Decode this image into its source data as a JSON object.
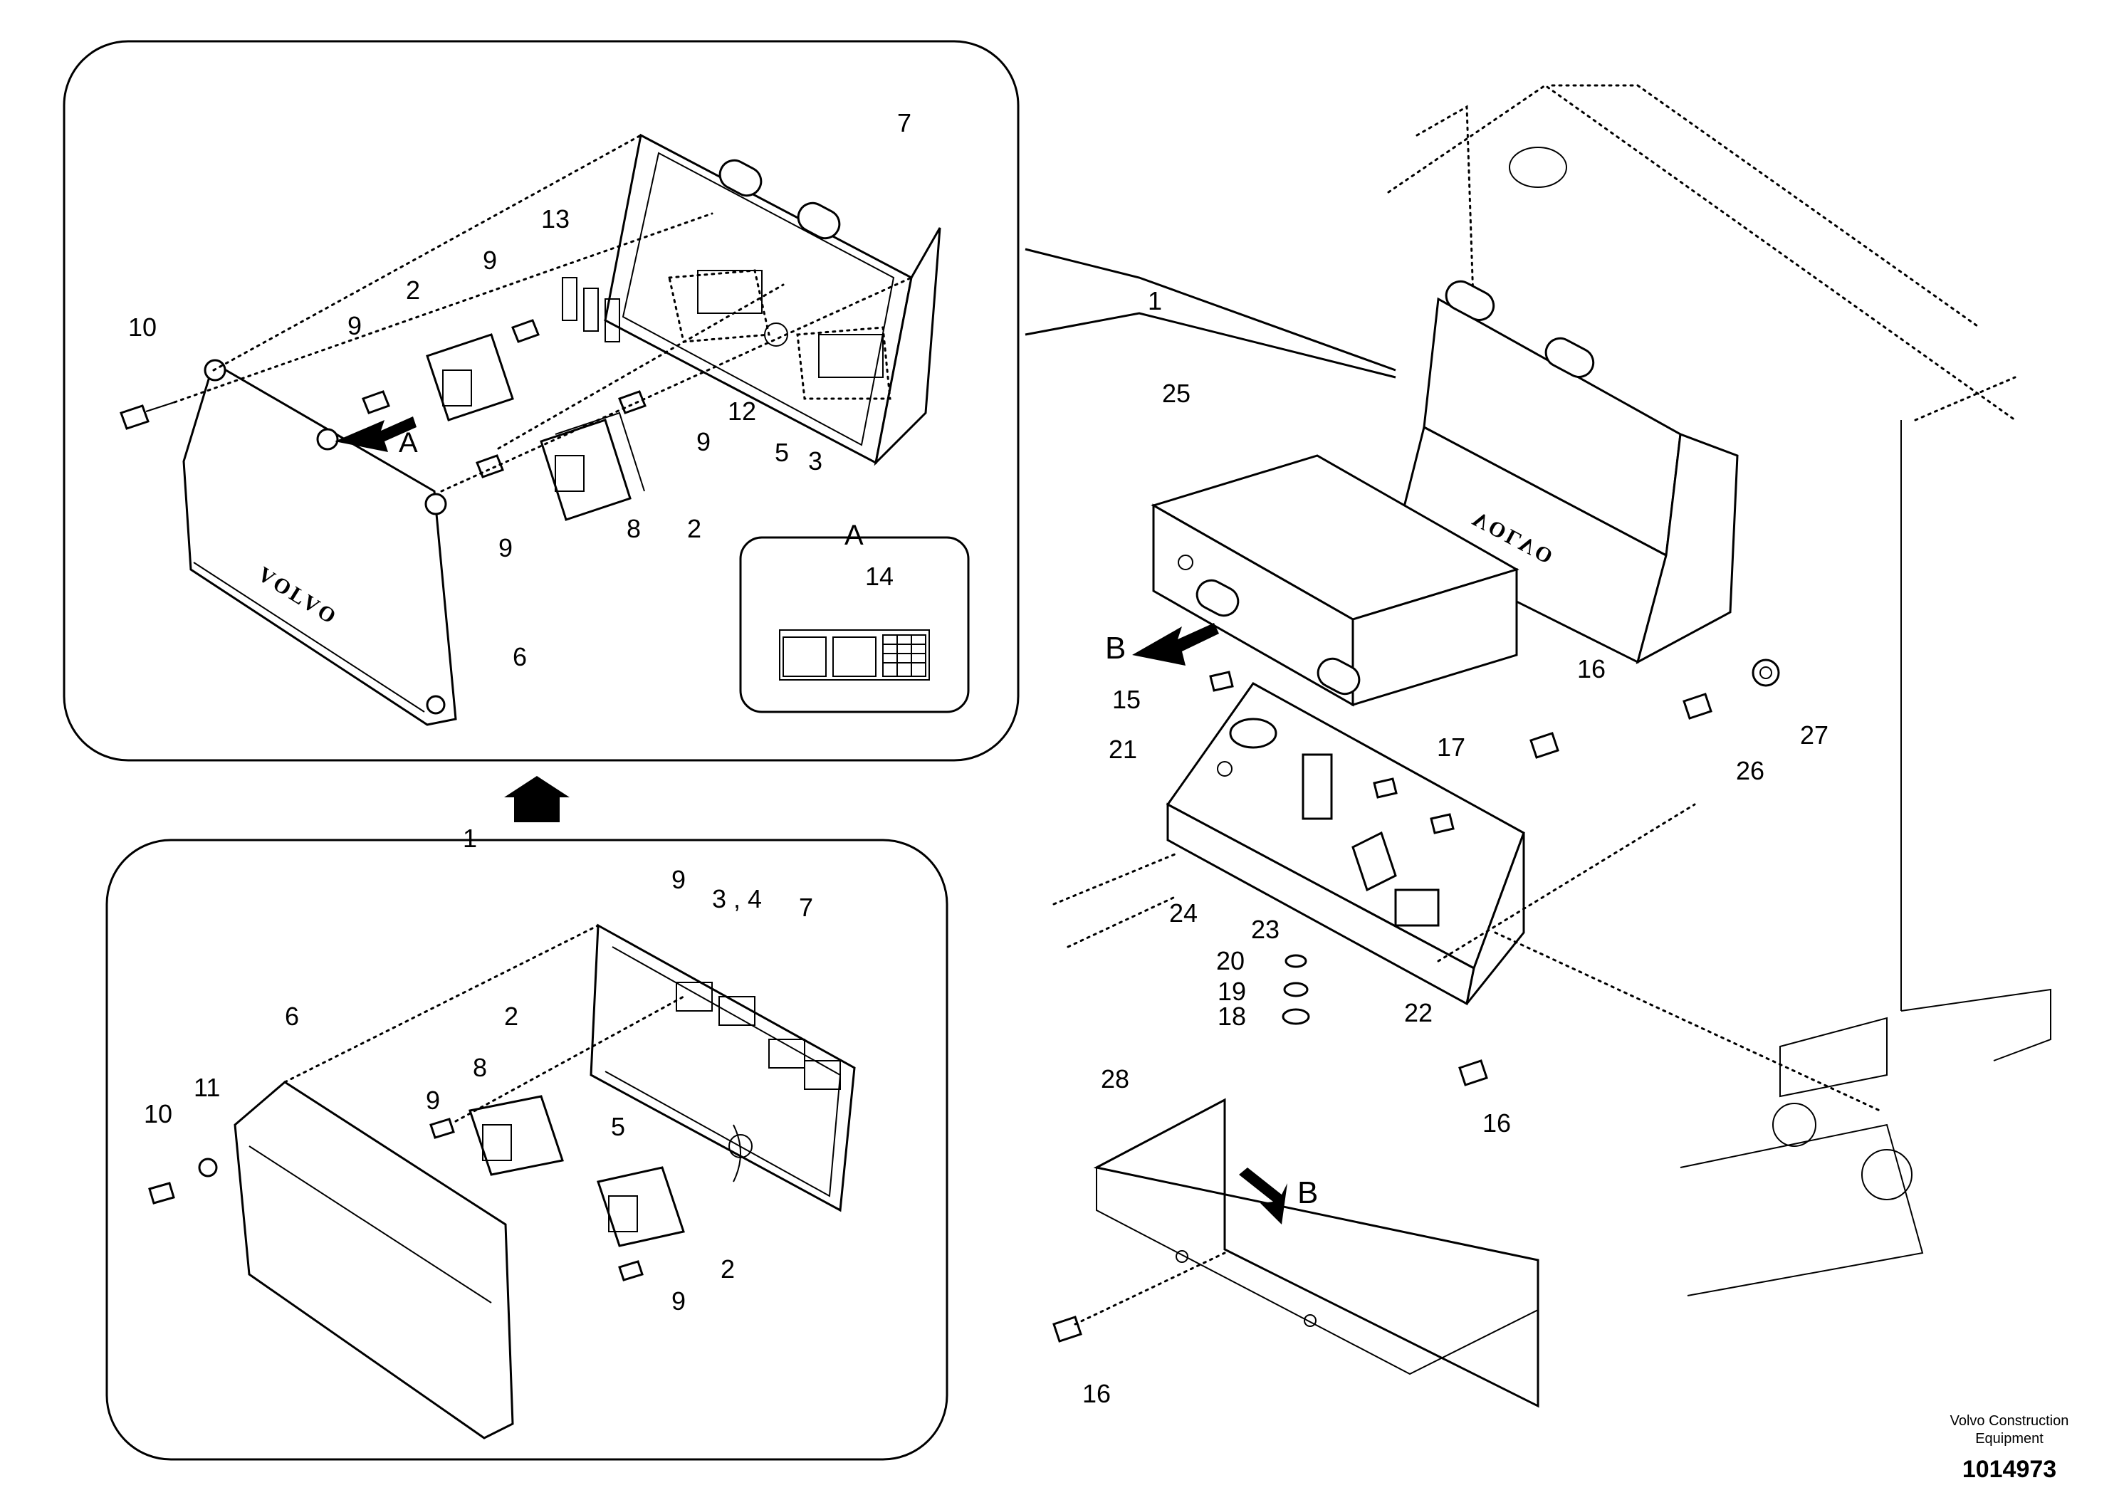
{
  "callouts": [
    {
      "id": "c1a",
      "text": "1"
    },
    {
      "id": "c1b",
      "text": "1"
    },
    {
      "id": "c2a",
      "text": "2"
    },
    {
      "id": "c2b",
      "text": "2"
    },
    {
      "id": "c2c",
      "text": "2"
    },
    {
      "id": "c2d",
      "text": "2"
    },
    {
      "id": "c3",
      "text": "3"
    },
    {
      "id": "c34",
      "text": "3 , 4"
    },
    {
      "id": "c5a",
      "text": "5"
    },
    {
      "id": "c5b",
      "text": "5"
    },
    {
      "id": "c6a",
      "text": "6"
    },
    {
      "id": "c6b",
      "text": "6"
    },
    {
      "id": "c7a",
      "text": "7"
    },
    {
      "id": "c7b",
      "text": "7"
    },
    {
      "id": "c8a",
      "text": "8"
    },
    {
      "id": "c8b",
      "text": "8"
    },
    {
      "id": "c9a",
      "text": "9"
    },
    {
      "id": "c9b",
      "text": "9"
    },
    {
      "id": "c9c",
      "text": "9"
    },
    {
      "id": "c9d",
      "text": "9"
    },
    {
      "id": "c9e",
      "text": "9"
    },
    {
      "id": "c9f",
      "text": "9"
    },
    {
      "id": "c9g",
      "text": "9"
    },
    {
      "id": "c10a",
      "text": "10"
    },
    {
      "id": "c10b",
      "text": "10"
    },
    {
      "id": "c11",
      "text": "11"
    },
    {
      "id": "c12",
      "text": "12"
    },
    {
      "id": "c13",
      "text": "13"
    },
    {
      "id": "c14",
      "text": "14"
    },
    {
      "id": "c15",
      "text": "15"
    },
    {
      "id": "c16a",
      "text": "16"
    },
    {
      "id": "c16b",
      "text": "16"
    },
    {
      "id": "c16c",
      "text": "16"
    },
    {
      "id": "c17",
      "text": "17"
    },
    {
      "id": "c18",
      "text": "18"
    },
    {
      "id": "c19",
      "text": "19"
    },
    {
      "id": "c20",
      "text": "20"
    },
    {
      "id": "c21",
      "text": "21"
    },
    {
      "id": "c22",
      "text": "22"
    },
    {
      "id": "c23",
      "text": "23"
    },
    {
      "id": "c24",
      "text": "24"
    },
    {
      "id": "c25",
      "text": "25"
    },
    {
      "id": "c26",
      "text": "26"
    },
    {
      "id": "c27",
      "text": "27"
    },
    {
      "id": "c28",
      "text": "28"
    }
  ],
  "view_markers": {
    "a_arrow": "A",
    "a_detail": "A",
    "b_arrow_top": "B",
    "b_arrow_bottom": "B"
  },
  "brand": {
    "logo_text": "VOLVO",
    "publisher_line1": "Volvo Construction",
    "publisher_line2": "Equipment",
    "drawing_number": "1014973"
  }
}
